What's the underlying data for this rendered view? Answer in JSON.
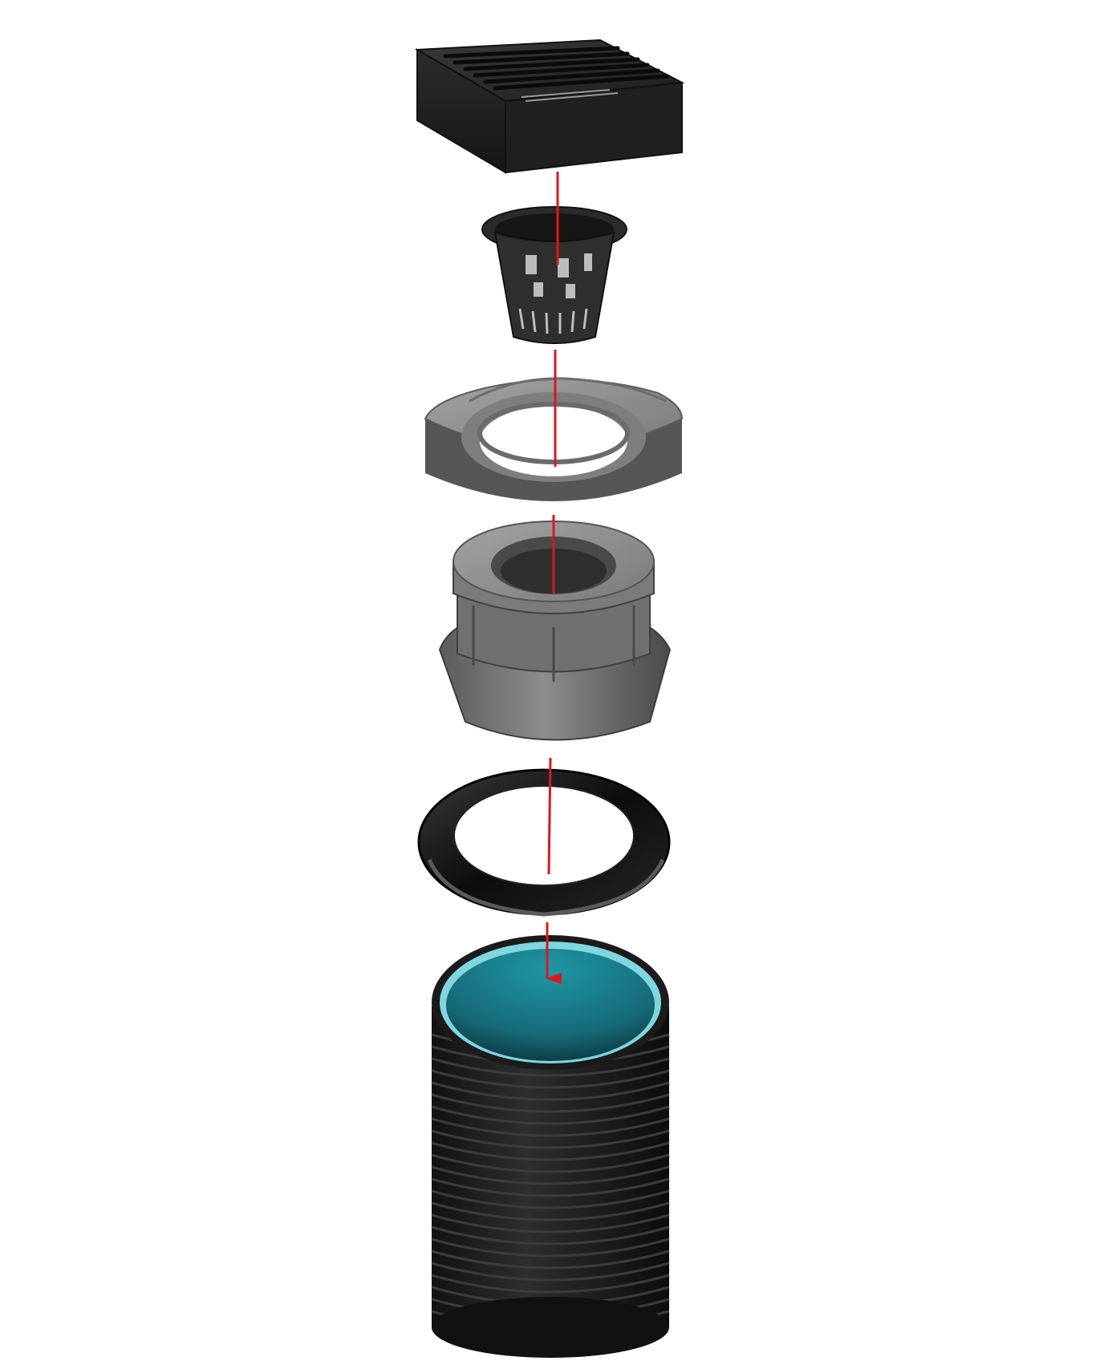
{
  "diagram": {
    "kind": "exploded-assembly",
    "background": "#ffffff",
    "colors": {
      "assembly_arrow": "#e0161b",
      "grate": "#2a2a2a",
      "basket": "#2b2b2b",
      "adapter_ring": "#8a8a8a",
      "riser": "#6f6f6f",
      "gasket": "#141414",
      "pipe_exterior": "#1a1a1a",
      "pipe_interior": "#1f8a98"
    },
    "components": [
      {
        "id": "square-grate",
        "icon": "square-grate-icon"
      },
      {
        "id": "debris-basket",
        "icon": "basket-icon"
      },
      {
        "id": "adapter-ring",
        "icon": "ring-plate-icon"
      },
      {
        "id": "riser-adapter",
        "icon": "riser-icon"
      },
      {
        "id": "gasket-seal",
        "icon": "gasket-icon"
      },
      {
        "id": "corrugated-pipe",
        "icon": "pipe-icon"
      }
    ]
  }
}
